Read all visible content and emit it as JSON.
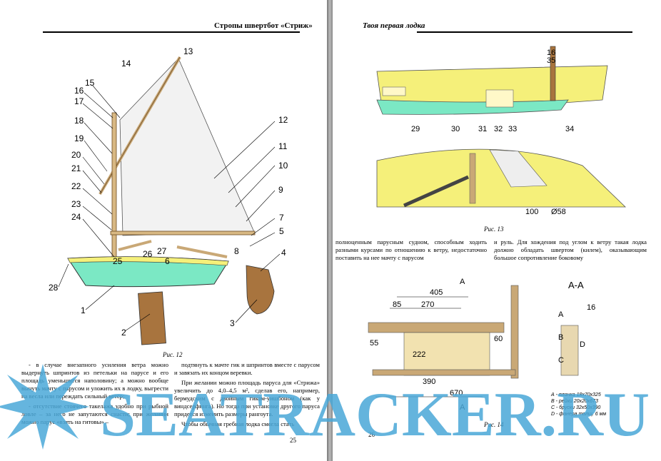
{
  "left_page": {
    "header": "Стропы швертбот «Стриж»",
    "figure_caption": "Рис. 12",
    "part_labels": [
      "1",
      "2",
      "3",
      "4",
      "5",
      "6",
      "7",
      "8",
      "9",
      "10",
      "11",
      "12",
      "13",
      "14",
      "15",
      "16",
      "17",
      "18",
      "19",
      "20",
      "21",
      "22",
      "23",
      "24",
      "25",
      "26",
      "27",
      "28"
    ],
    "col1": [
      "- в случае внезапного усиления ветра можно выдернуть шпринтов из петельки на парусе и его площадь уменьшится наполовину; а можно вообще вынуть мачту с парусом и уложить их в лодку, выгрести на весла или переждать сильный ветер;",
      "- отсутствие стоячего такелажа удобно при рыбной ловле – за него не запутаются снасти; при желании можно парус «взять на гитовы» –"
    ],
    "col2": [
      "подтянуть к мачте гик и шпринтов вместе с парусом и завязать их концом веревки.",
      "При желании можно площадь паруса для «Стрижа» увеличить до 4,0–4,5 м², сделав его, например, бермудским с двойным гиком-уишбоном (как у виндсерфинга). Но тогда при установке другого паруса придется изменить размеры рангоута.",
      "Чтобы обычная гребная лодка смогла стать"
    ],
    "page_number": "25"
  },
  "right_page": {
    "header": "Твоя первая лодка",
    "fig13_caption": "Рис. 13",
    "fig13_labels": [
      "16",
      "35",
      "29",
      "30",
      "31",
      "32",
      "33",
      "34",
      "100",
      "Ø58"
    ],
    "col1": "полноценным парусным судном, способным ходить разными курсами по отношению к ветру, недостаточно поставить на нее мачту с парусом",
    "col2": "и руль. Для хождения под углом к ветру такая лодка должно обладать швертом (килем), оказывающим большое сопротивление боковому",
    "fig14_caption": "Рис. 14",
    "fig14_dims": [
      "405",
      "85",
      "270",
      "55",
      "222",
      "60",
      "390",
      "670",
      "А",
      "А",
      "16",
      "А",
      "B",
      "D",
      "C"
    ],
    "section_title": "А-А",
    "legend": [
      "А - планка 18х70х325",
      "В - рейки 20х20х673",
      "С - бруски 32х50х390",
      "D - фанера толщ. 6 мм"
    ],
    "page_number": "26"
  },
  "watermark": "SEATRACKER.RU",
  "colors": {
    "hull_green": "#7be8c4",
    "hull_yellow": "#f5f07a",
    "wood": "#a8743e",
    "watermark": "#4aa8d8"
  }
}
